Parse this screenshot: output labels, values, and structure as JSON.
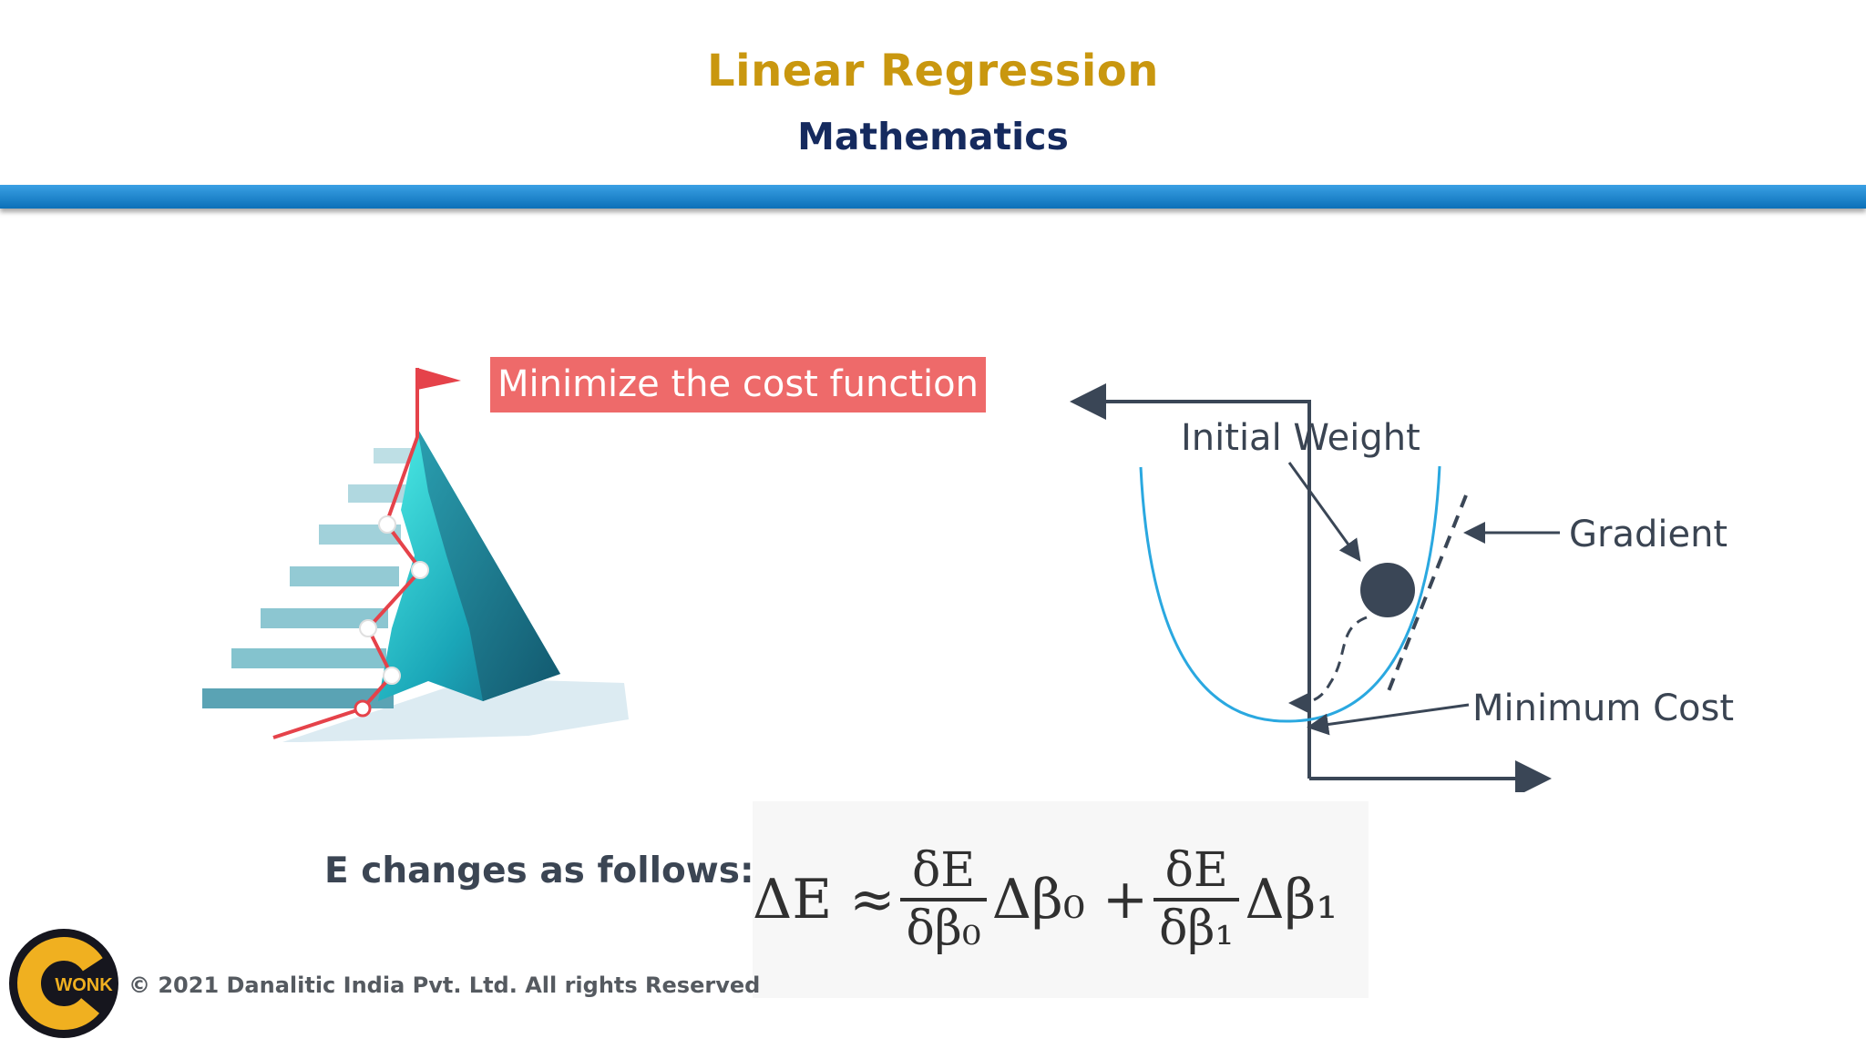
{
  "header": {
    "title": "Linear Regression",
    "subtitle": "Mathematics"
  },
  "left_illustration": {
    "callout": "Minimize the cost function"
  },
  "diagram": {
    "labels": {
      "initial_weight": "Initial Weight",
      "gradient": "Gradient",
      "minimum_cost": "Minimum Cost"
    }
  },
  "equation": {
    "label": "E changes as follows:",
    "lhs": "ΔE ≈",
    "frac1_num": "δE",
    "frac1_den": "δβ₀",
    "term1": "Δβ₀ +",
    "frac2_num": "δE",
    "frac2_den": "δβ₁",
    "term2": "Δβ₁"
  },
  "footer": {
    "copyright": "© 2021 Danalitic India Pvt. Ltd. All rights Reserved",
    "logo_text": "WONK"
  },
  "colors": {
    "title": "#c9970f",
    "subtitle": "#152a5e",
    "band": "#0b70b8",
    "callout": "#ee6a6a",
    "curve": "#2aa8e0",
    "ball": "#3a4656",
    "logo_ring": "#f0b020"
  }
}
